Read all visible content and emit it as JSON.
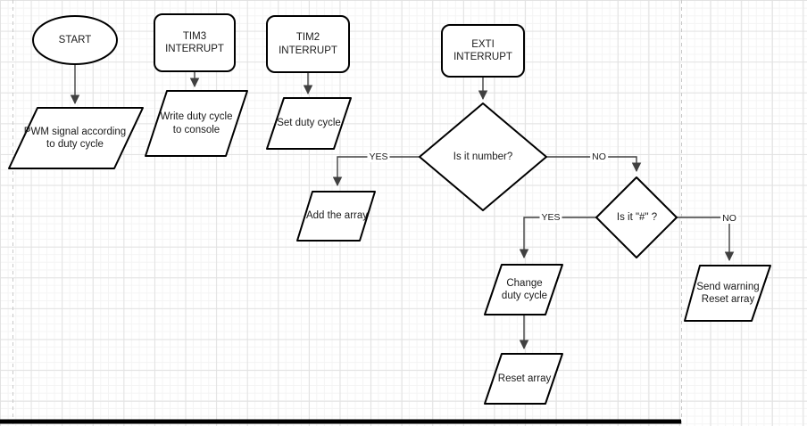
{
  "diagram": {
    "nodes": {
      "start": {
        "label": "START"
      },
      "pwm": {
        "label": "PWM signal according\nto duty cycle"
      },
      "tim3": {
        "label": "TIM3\nINTERRUPT"
      },
      "write_console": {
        "label": "Write duty cycle\nto console"
      },
      "tim2": {
        "label": "TIM2\nINTERRUPT"
      },
      "set_duty": {
        "label": "Set duty cycle"
      },
      "exti": {
        "label": "EXTI\nINTERRUPT"
      },
      "is_number": {
        "label": "Is it number?"
      },
      "add_array": {
        "label": "Add the array"
      },
      "is_hash": {
        "label": "Is it \"#\" ?"
      },
      "change_duty": {
        "label": "Change\nduty cycle"
      },
      "reset_array": {
        "label": "Reset array"
      },
      "send_warning": {
        "label": "Send warning\nReset array"
      }
    },
    "edge_labels": {
      "is_number_yes": "YES",
      "is_number_no": "NO",
      "is_hash_yes": "YES",
      "is_hash_no": "NO"
    },
    "colors": {
      "shape_stroke": "#000000",
      "shape_fill": "#ffffff",
      "edge_stroke": "#404040",
      "text": "#1a1a1a",
      "grid_minor": "#f4f4f4",
      "grid_major": "#e2e2e2",
      "page_break": "#c9c9c9",
      "bottom_bar": "#000000"
    }
  }
}
